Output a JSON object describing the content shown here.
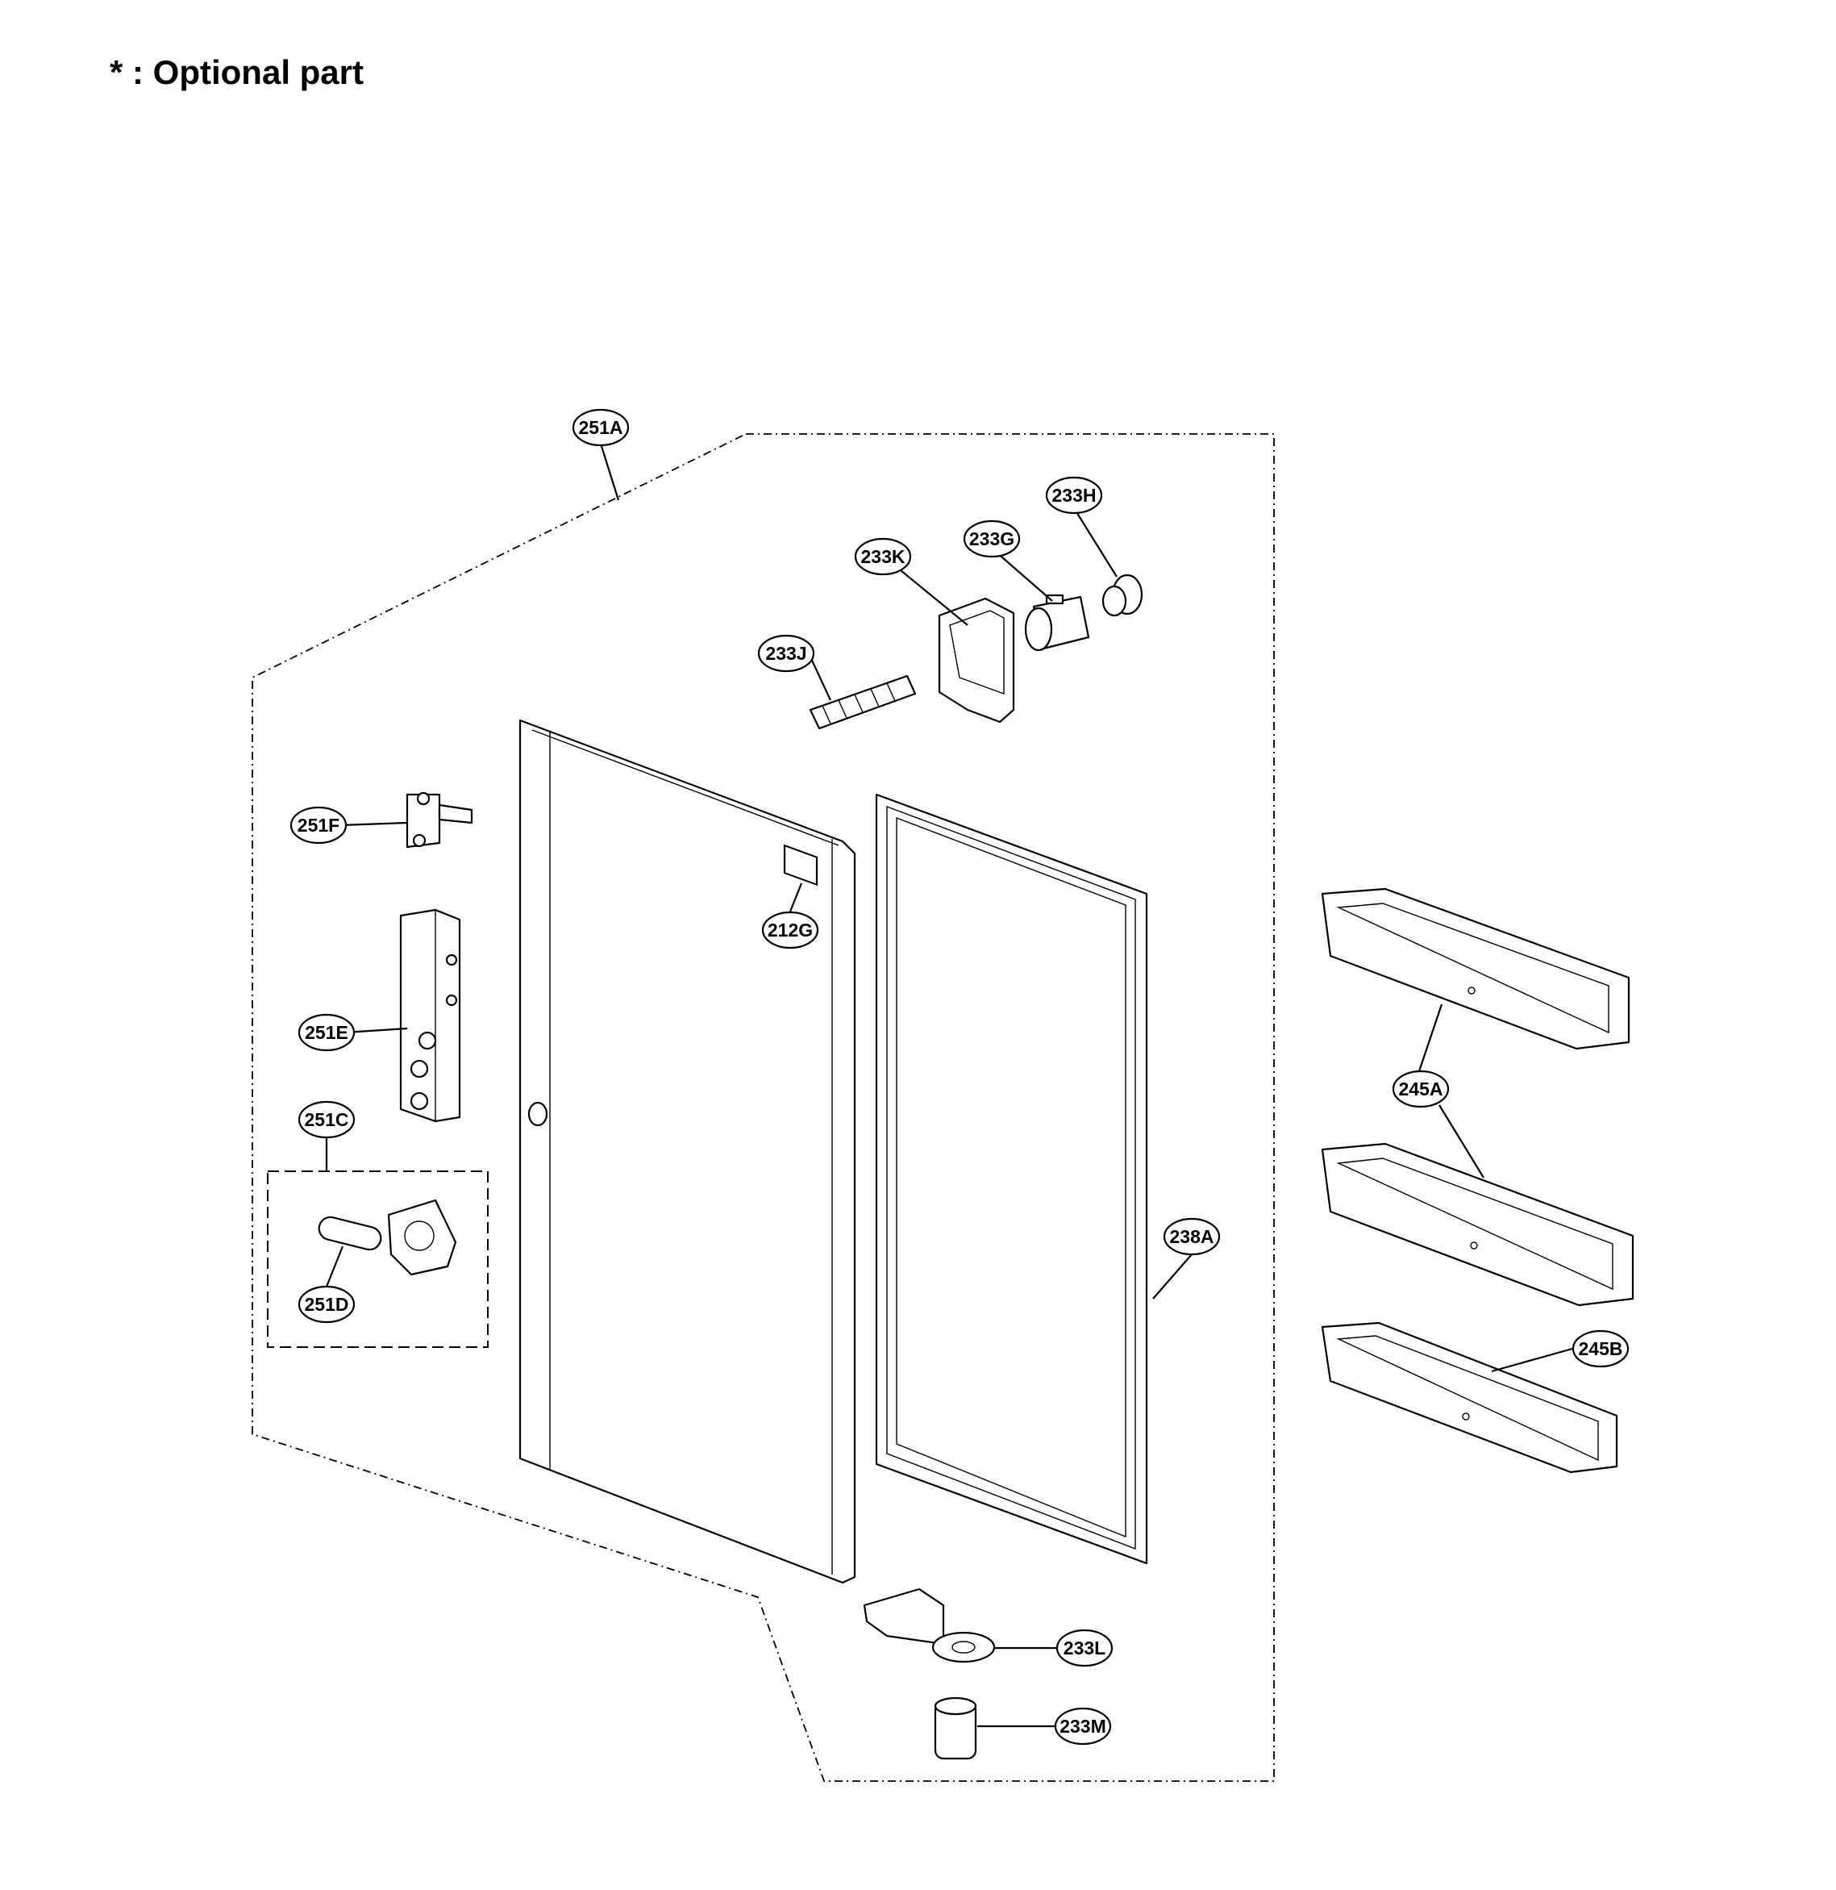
{
  "note": "* : Optional part",
  "callouts": [
    {
      "id": "251A",
      "label": "251A"
    },
    {
      "id": "233H",
      "label": "233H"
    },
    {
      "id": "233G",
      "label": "233G"
    },
    {
      "id": "233K",
      "label": "233K"
    },
    {
      "id": "233J",
      "label": "233J"
    },
    {
      "id": "251F",
      "label": "251F"
    },
    {
      "id": "212G",
      "label": "212G"
    },
    {
      "id": "251E",
      "label": "251E"
    },
    {
      "id": "251C",
      "label": "251C"
    },
    {
      "id": "251D",
      "label": "251D"
    },
    {
      "id": "238A",
      "label": "238A"
    },
    {
      "id": "245A",
      "label": "245A"
    },
    {
      "id": "245B",
      "label": "245B"
    },
    {
      "id": "233L",
      "label": "233L"
    },
    {
      "id": "233M",
      "label": "233M"
    }
  ]
}
